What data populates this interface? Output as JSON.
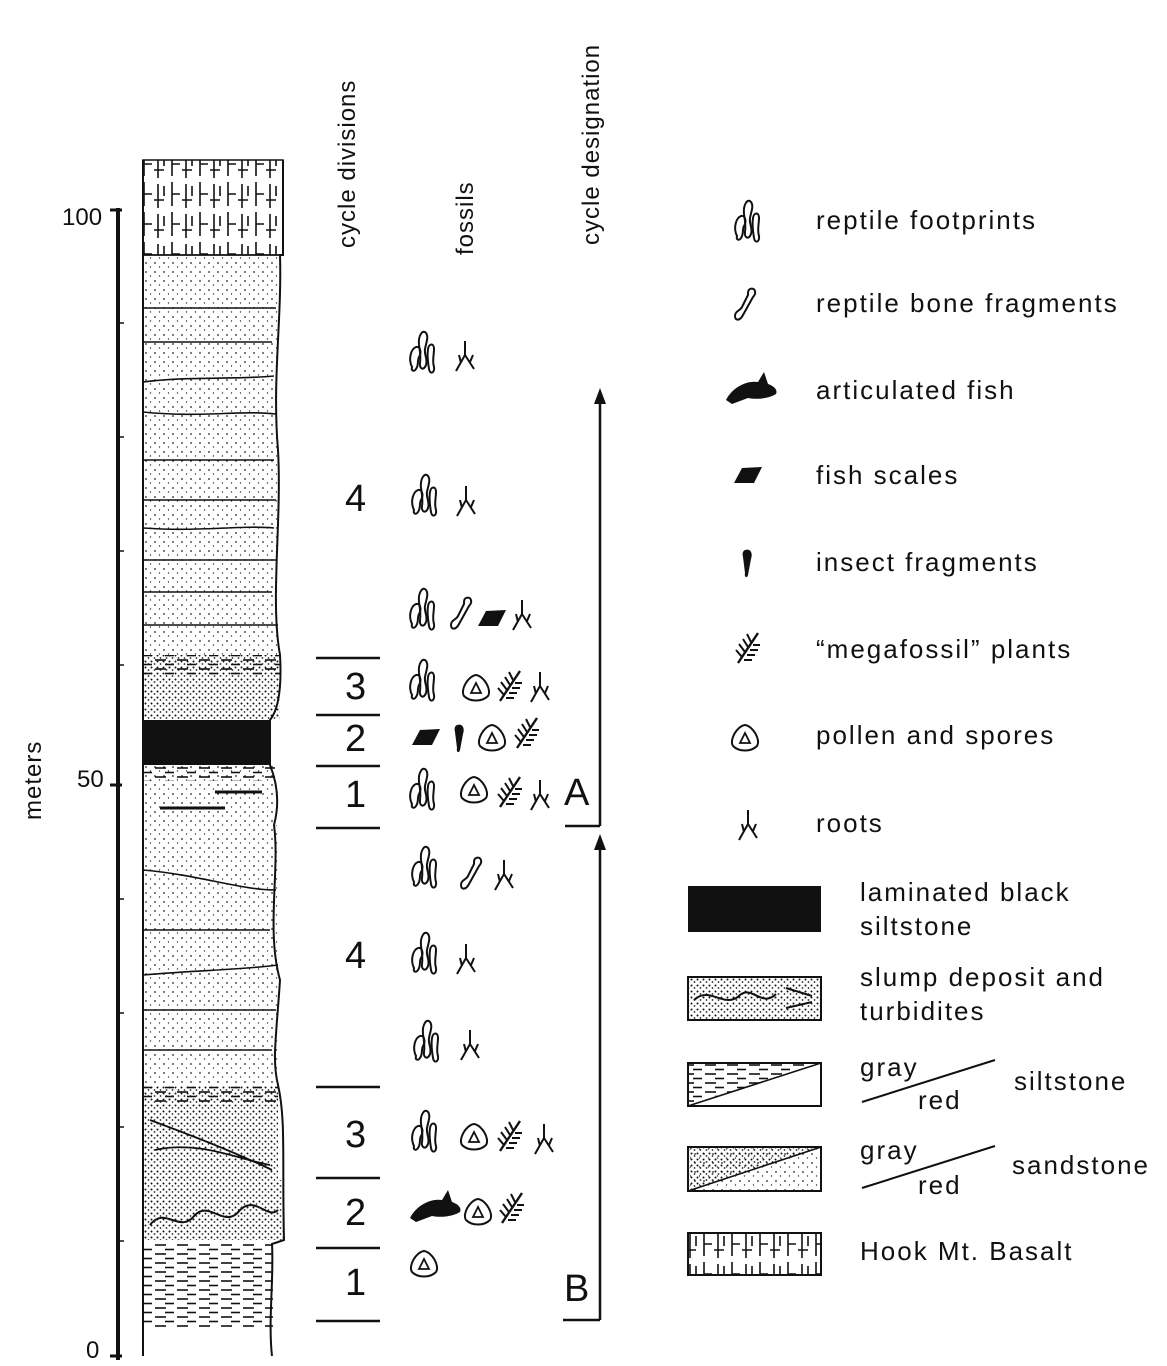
{
  "axis": {
    "title": "meters",
    "tick_top": "100",
    "tick_mid": "50",
    "tick_bottom": "0"
  },
  "headers": {
    "cycle_divisions": "cycle divisions",
    "fossils": "fossils",
    "cycle_designation": "cycle designation"
  },
  "cycles": {
    "upper": {
      "designation": "A",
      "divisions": [
        "1",
        "2",
        "3",
        "4"
      ]
    },
    "lower": {
      "designation": "B",
      "divisions": [
        "1",
        "2",
        "3",
        "4"
      ]
    }
  },
  "fossil_rows": [
    {
      "icons": [
        "reptile-footprints",
        "roots"
      ]
    },
    {
      "icons": [
        "reptile-footprints",
        "roots"
      ]
    },
    {
      "icons": [
        "reptile-footprints",
        "reptile-bone-fragments",
        "fish-scales",
        "roots"
      ]
    },
    {
      "icons": [
        "reptile-footprints",
        "pollen-and-spores",
        "megafossil-plants",
        "roots"
      ]
    },
    {
      "icons": [
        "fish-scales",
        "insect-fragments",
        "pollen-and-spores",
        "megafossil-plants"
      ]
    },
    {
      "icons": [
        "reptile-footprints",
        "pollen-and-spores",
        "megafossil-plants",
        "roots"
      ]
    },
    {
      "icons": [
        "reptile-footprints",
        "reptile-bone-fragments",
        "roots"
      ]
    },
    {
      "icons": [
        "reptile-footprints",
        "roots"
      ]
    },
    {
      "icons": [
        "reptile-footprints",
        "roots"
      ]
    },
    {
      "icons": [
        "reptile-footprints",
        "pollen-and-spores",
        "megafossil-plants",
        "roots"
      ]
    },
    {
      "icons": [
        "articulated-fish",
        "pollen-and-spores",
        "megafossil-plants"
      ]
    },
    {
      "icons": [
        "pollen-and-spores"
      ]
    }
  ],
  "legend": {
    "fossils": [
      {
        "icon": "reptile-footprints",
        "label": "reptile footprints"
      },
      {
        "icon": "reptile-bone-fragments",
        "label": "reptile bone fragments"
      },
      {
        "icon": "articulated-fish",
        "label": "articulated fish"
      },
      {
        "icon": "fish-scales",
        "label": "fish scales"
      },
      {
        "icon": "insect-fragments",
        "label": "insect fragments"
      },
      {
        "icon": "megafossil-plants",
        "label": "“megafossil” plants"
      },
      {
        "icon": "pollen-and-spores",
        "label": "pollen and spores"
      },
      {
        "icon": "roots",
        "label": "roots"
      }
    ],
    "lithology": {
      "black_siltstone": [
        "laminated black",
        "siltstone"
      ],
      "slump": [
        "slump deposit and",
        "turbidites"
      ],
      "siltstone": {
        "top": "gray",
        "bottom": "red",
        "name": "siltstone"
      },
      "sandstone": {
        "top": "gray",
        "bottom": "red",
        "name": "sandstone"
      },
      "basalt": "Hook Mt. Basalt"
    }
  },
  "colors": {
    "ink": "#111111",
    "paper": "#ffffff"
  }
}
